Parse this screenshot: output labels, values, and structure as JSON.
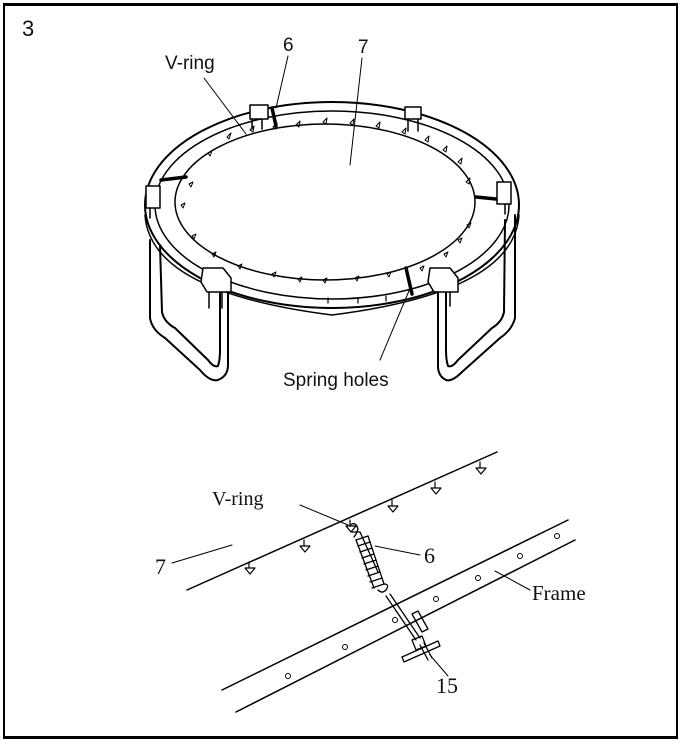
{
  "step_number": "3",
  "top_view": {
    "label_vring": "V-ring",
    "label_part6": "6",
    "label_part7": "7",
    "label_spring_holes": "Spring holes"
  },
  "detail_view": {
    "label_vring": "V-ring",
    "label_part6": "6",
    "label_part7": "7",
    "label_frame": "Frame",
    "label_part15": "15"
  }
}
